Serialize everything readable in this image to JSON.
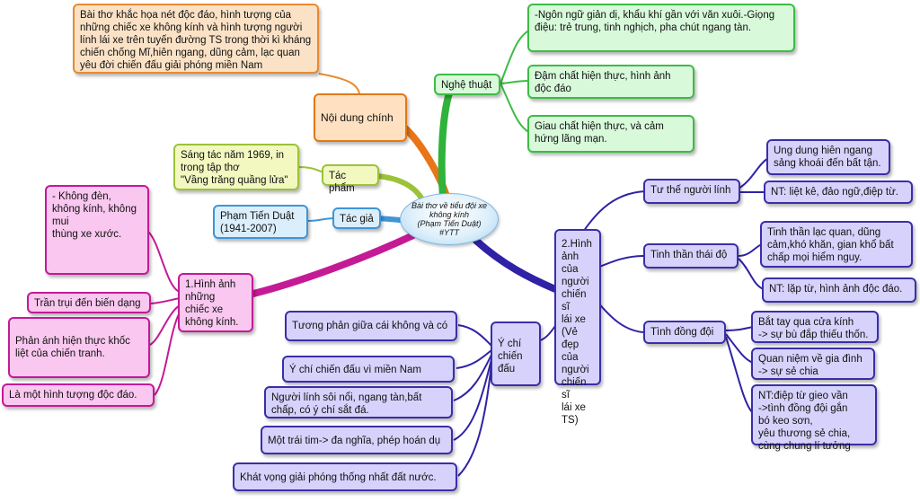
{
  "center": {
    "line1": "Bài thơ về tiểu đội xe",
    "line2": "không kính",
    "line3": "(Phạm Tiến Duật)",
    "line4": "#YTT"
  },
  "noi_dung": {
    "label": "Nội dung chính",
    "detail": "Bài thơ khắc họa nét độc đáo, hình tượng của những chiếc xe không kính và hình tượng người lính lái xe trên tuyến đường TS trong thời kì kháng chiến chống Mĩ,hiên ngang, dũng cảm, lạc quan yêu đời chiến đấu giải phóng miền Nam"
  },
  "nghe_thuat": {
    "label": "Nghệ thuật",
    "items": [
      "-Ngôn ngữ giản dị, khẩu khí gần với văn xuôi.-Giọng điệu: trẻ trung, tinh nghịch, pha chút ngang tàn.",
      "Đậm chất hiện thực, hình ảnh độc đáo",
      "Giau chất hiện thực, và cảm hứng lãng mạn."
    ]
  },
  "tac_pham": {
    "label": "Tác phẩm",
    "detail": "Sáng tác năm 1969, in trong tập thơ\n\"Vầng trăng quầng lửa\""
  },
  "tac_gia": {
    "label": "Tác giả",
    "detail": "Phạm Tiến Duật\n(1941-2007)"
  },
  "hinh_anh_xe": {
    "label": "1.Hình ảnh\nnhững\nchiếc xe\nkhông kính.",
    "items": [
      "- Không đèn,\nkhông kính, không\nmui\nthùng xe xước.",
      "Trần trụi đến biến dạng",
      "Phản ánh hiện thực khốc liệt của chiến tranh.",
      "Là một hình tượng độc đáo."
    ]
  },
  "nguoi_linh": {
    "label": "2.Hình\nảnh của\nngười\nchiến sĩ\nlái xe\n(Vẻ đẹp\ncủa\nngười\nchiến sĩ\nlái xe TS)",
    "tu_the": {
      "label": "Tư thế người lính",
      "items": [
        "Ung dung hiên ngang sảng khoái đến bất tận.",
        "NT: liệt kê, đảo ngữ,điệp từ."
      ]
    },
    "tinh_than": {
      "label": "Tinh thần thái độ",
      "items": [
        "Tinh thần lạc quan, dũng cảm,khó khăn, gian khổ bất chấp mọi hiểm nguy.",
        "NT: lặp từ, hình ảnh độc đáo."
      ]
    },
    "tinh_dong_doi": {
      "label": "Tình đồng đội",
      "items": [
        "Bắt tay qua cửa kính\n-> sự bù đắp thiếu thốn.",
        "Quan niệm về gia đình\n-> sự sẻ chia",
        "NT:điệp từ gieo vần\n->tình đồng đội gắn\nbó keo sơn,\nyêu thương sẻ chia,\ncùng chung lí tưởng"
      ]
    },
    "y_chi": {
      "label": "Ý chí\nchiến\nđấu",
      "items": [
        "Tương phản giữa cái không và có",
        "Ý chí chiến đấu vì miền Nam",
        "Người lính sôi nổi, ngang tàn,bất chấp, có ý chí sắt đá.",
        "Một trái tim-> đa nghĩa, phép hoán dụ",
        "Khát vọng giải phóng thống nhất đất nước."
      ]
    }
  },
  "colors": {
    "orange": "#e07818",
    "green": "#3dbc45",
    "yellowgreen": "#9cc23a",
    "blue": "#3f95d6",
    "pink": "#c41a96",
    "violet": "#3a2ea8"
  }
}
